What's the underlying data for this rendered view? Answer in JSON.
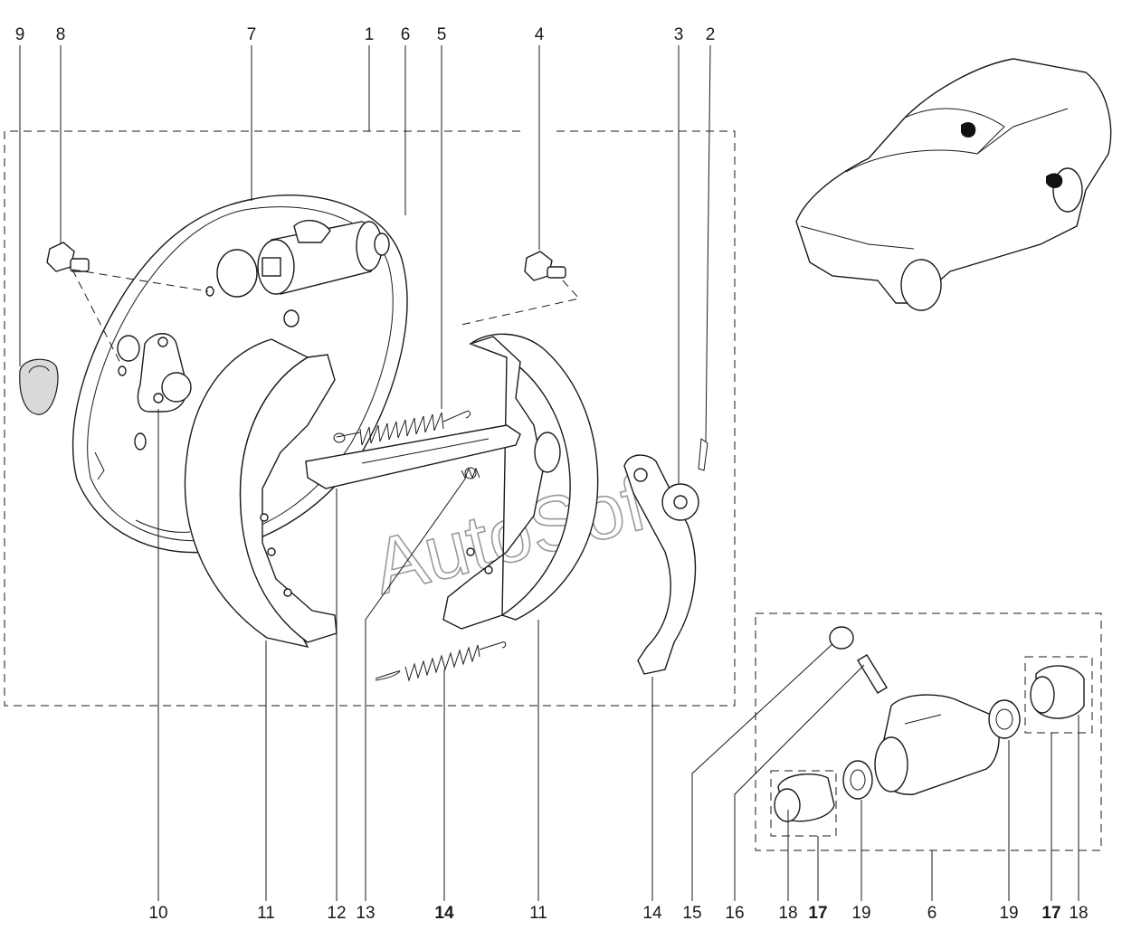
{
  "watermark": "AutoSoft",
  "top_labels": [
    "9",
    "8",
    "7",
    "1",
    "6",
    "5",
    "4",
    "3",
    "2"
  ],
  "bottom_labels": [
    "10",
    "11",
    "12",
    "13",
    "14",
    "11",
    "14",
    "15",
    "16",
    "18",
    "17",
    "19",
    "6",
    "19",
    "17",
    "18"
  ],
  "bold_labels": [
    "14",
    "17"
  ]
}
